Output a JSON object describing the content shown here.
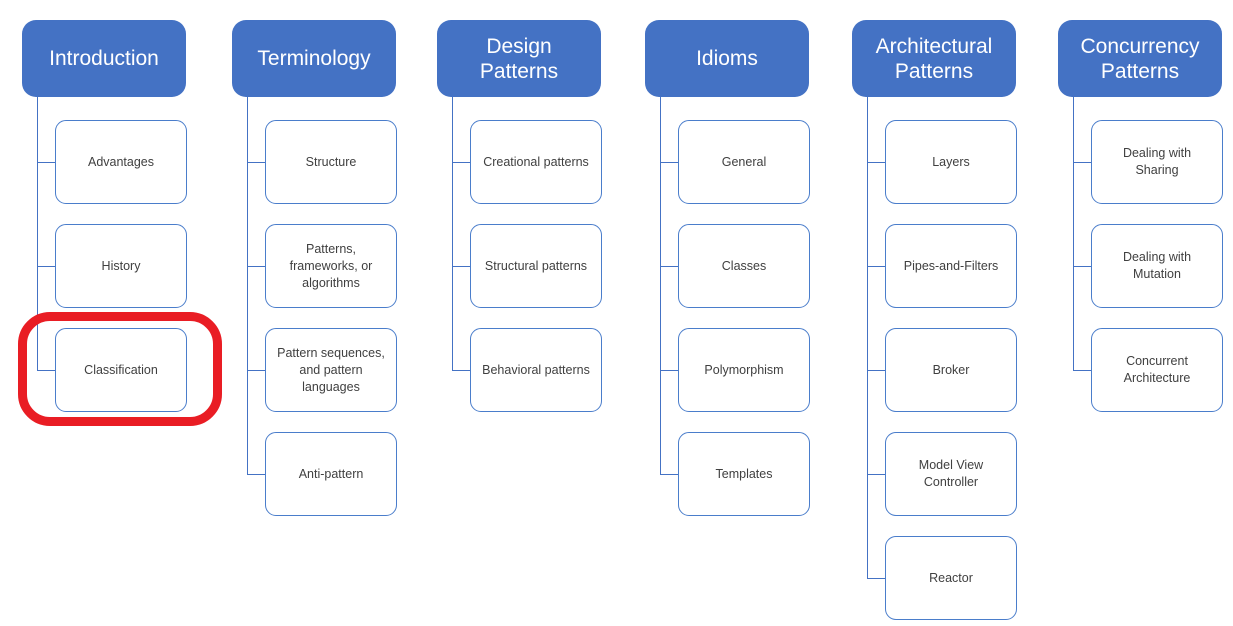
{
  "diagram": {
    "type": "hierarchy-smartart",
    "colors": {
      "accent": "#4472c4",
      "node_border": "#4a7dcb",
      "connector": "#4472c4",
      "node_text": "#404040",
      "header_text": "#ffffff",
      "annotation_red": "#e91d24",
      "background": "#ffffff"
    },
    "columns": [
      {
        "title": "Introduction",
        "children": [
          "Advantages",
          "History",
          "Classification"
        ]
      },
      {
        "title": "Terminology",
        "children": [
          "Structure",
          "Patterns, frameworks, or algorithms",
          "Pattern sequences, and pattern languages",
          "Anti-pattern"
        ]
      },
      {
        "title": "Design Patterns",
        "children": [
          "Creational patterns",
          "Structural patterns",
          "Behavioral patterns"
        ]
      },
      {
        "title": "Idioms",
        "children": [
          "General",
          "Classes",
          "Polymorphism",
          "Templates"
        ]
      },
      {
        "title": "Architectural Patterns",
        "children": [
          "Layers",
          "Pipes-and-Filters",
          "Broker",
          "Model View Controller",
          "Reactor"
        ]
      },
      {
        "title": "Concurrency Patterns",
        "children": [
          "Dealing with Sharing",
          "Dealing with Mutation",
          "Concurrent Architecture"
        ]
      }
    ],
    "annotation": {
      "shape": "red-rounded-rectangle",
      "color": "#e91d24",
      "highlights": "Classification"
    }
  }
}
